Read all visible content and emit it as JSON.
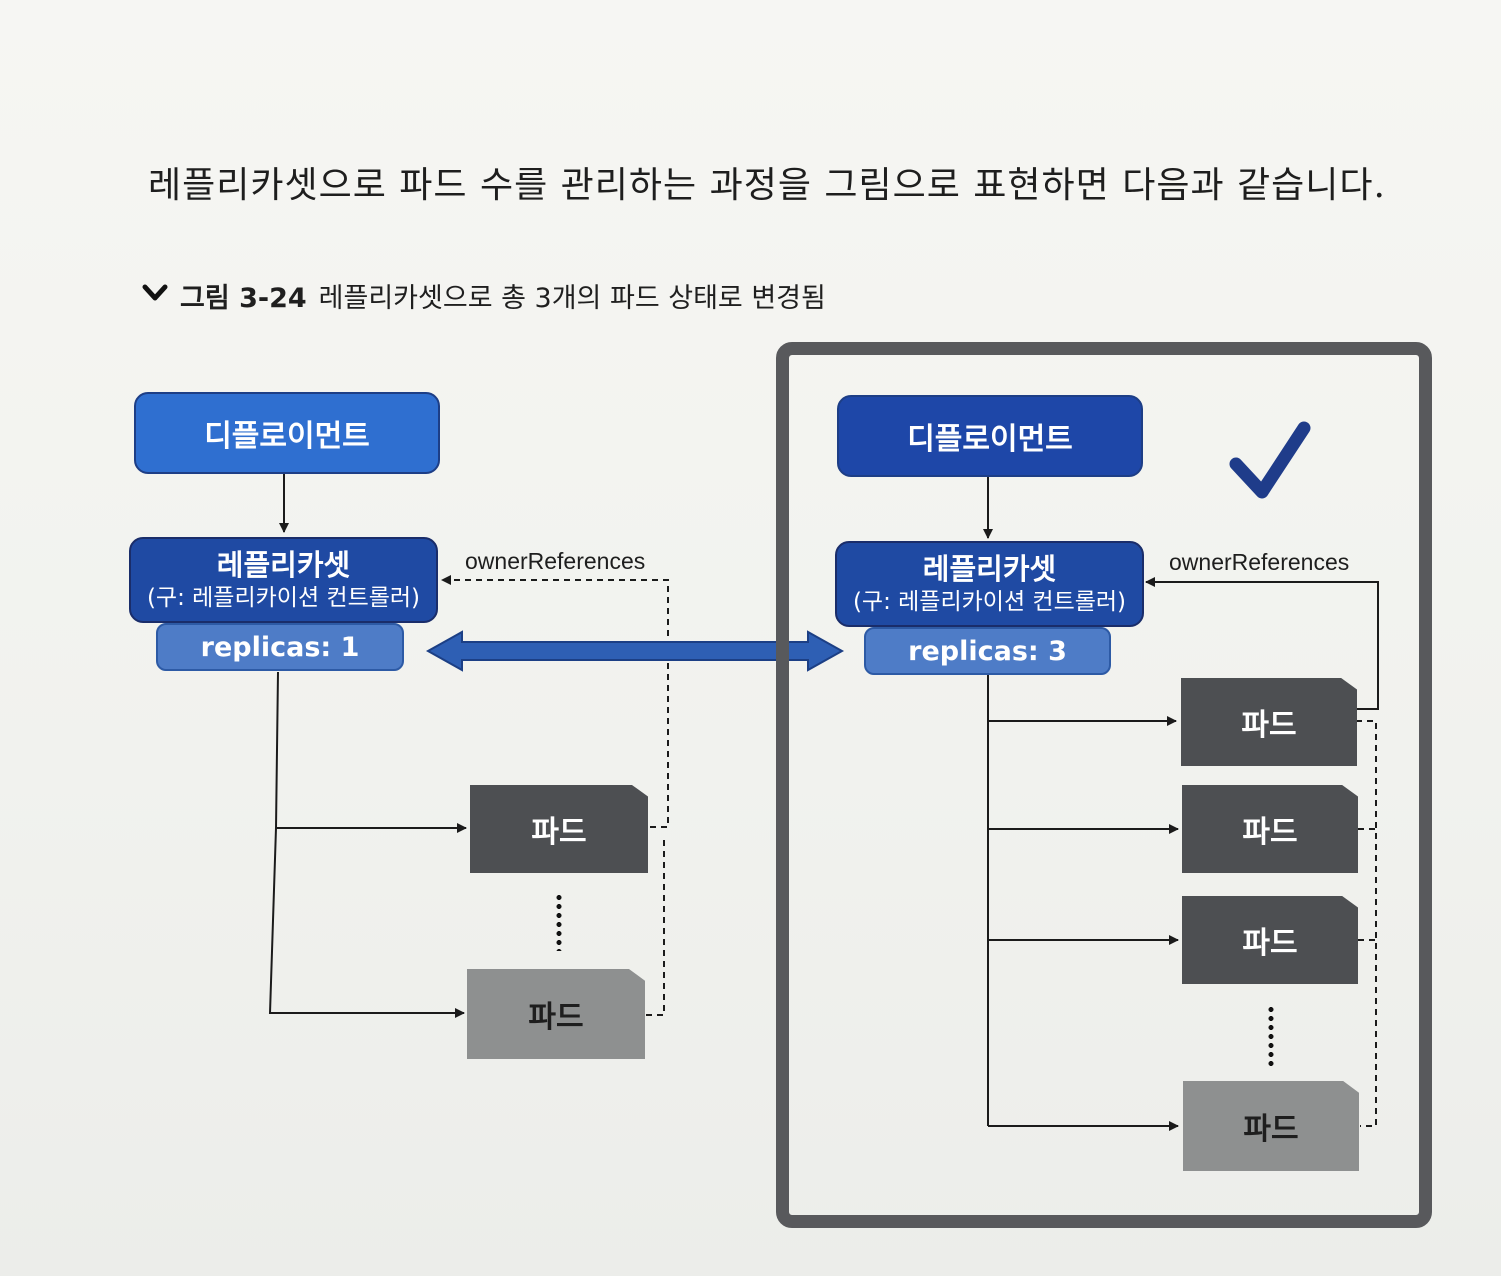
{
  "intro_text": "레플리카셋으로 파드 수를 관리하는 과정을 그림으로 표현하면 다음과 같습니다.",
  "figure": {
    "icon": "chevron-down-icon",
    "number": "그림 3-24",
    "title": "레플리카셋으로 총 3개의 파드 상태로 변경됨"
  },
  "left": {
    "deployment": "디플로이먼트",
    "replicaset_title": "레플리카셋",
    "replicaset_sub": "(구: 레플리카이션 컨트롤러)",
    "replicas": "replicas: 1",
    "owner_label": "ownerReferences",
    "pods": [
      "파드",
      "파드"
    ]
  },
  "right": {
    "deployment": "디플로이먼트",
    "replicaset_title": "레플리카셋",
    "replicaset_sub": "(구: 레플리카이션 컨트롤러)",
    "replicas": "replicas: 3",
    "owner_label": "ownerReferences",
    "pods": [
      "파드",
      "파드",
      "파드",
      "파드"
    ],
    "check_icon": "checkmark-icon"
  },
  "colors": {
    "deployment_left": "#2f6fd0",
    "deployment_right": "#1e47a8",
    "replicaset": "#1f4aa3",
    "replicas": "#4e7cc7",
    "pod_dark": "#4d4f52",
    "pod_light": "#8e9090",
    "frame": "#58595c",
    "arrow": "#2e5fb4"
  }
}
